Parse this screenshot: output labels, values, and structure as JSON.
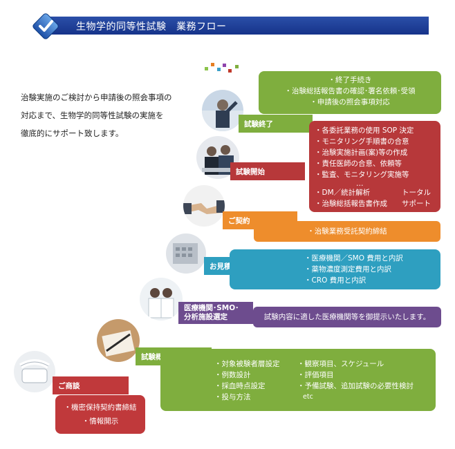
{
  "header": {
    "title": "生物学的同等性試験　業務フロー"
  },
  "intro": {
    "lines": [
      "治験実施のご検討から申請後の照会事項の",
      "対応まで、生物学的同等性試験の実施を",
      "徹底的にサポート致します。"
    ]
  },
  "stages": [
    {
      "label": "試験終了",
      "color": "#7fae3e"
    },
    {
      "label": "試験開始",
      "color": "#b7383a"
    },
    {
      "label": "ご契約",
      "color": "#ee8d2c"
    },
    {
      "label": "お見積りの御提出",
      "color": "#2e9fc0"
    },
    {
      "label1": "医療機関･SMO･",
      "label2": "分析施設選定",
      "color": "#6d4c8e"
    },
    {
      "label": "試験概要書の御提出",
      "color": "#7fae3e"
    },
    {
      "label": "ご商談",
      "color": "#c0393b"
    }
  ],
  "boxes": {
    "end": [
      "・終了手続き",
      "・治験総括報告書の確認･署名依頼･受領",
      "・申請後の照会事項対応"
    ],
    "start": [
      "・各委託業務の使用 SOP 決定",
      "・モニタリング手順書の合意",
      "・治験実施計画(案)等の作成",
      "・責任医師の合意、依頼等",
      "・監査、モニタリング実施等"
    ],
    "start_ellipsis": "…",
    "start_tail": [
      "・DM／統計解析",
      "・治験総括報告書作成"
    ],
    "start_total": [
      "トータル",
      "サポート"
    ],
    "contract": "・治験業務受託契約締結",
    "quote": [
      "・医療機関／SMO 費用と内訳",
      "・薬物濃度測定費用と内訳",
      "・CRO 費用と内訳"
    ],
    "selection": "試験内容に適した医療機関等を御提示いたします。",
    "summary_left": [
      "・対象被験者層設定",
      "・例数設計",
      "・採血時点設定",
      "・投与方法"
    ],
    "summary_right": [
      "・観察項目、スケジュール",
      "・評価項目",
      "・予備試験、追加試験の必要性検討"
    ],
    "summary_etc": "etc",
    "negotiation": [
      "・機密保持契約書締結",
      "・情報開示"
    ]
  }
}
